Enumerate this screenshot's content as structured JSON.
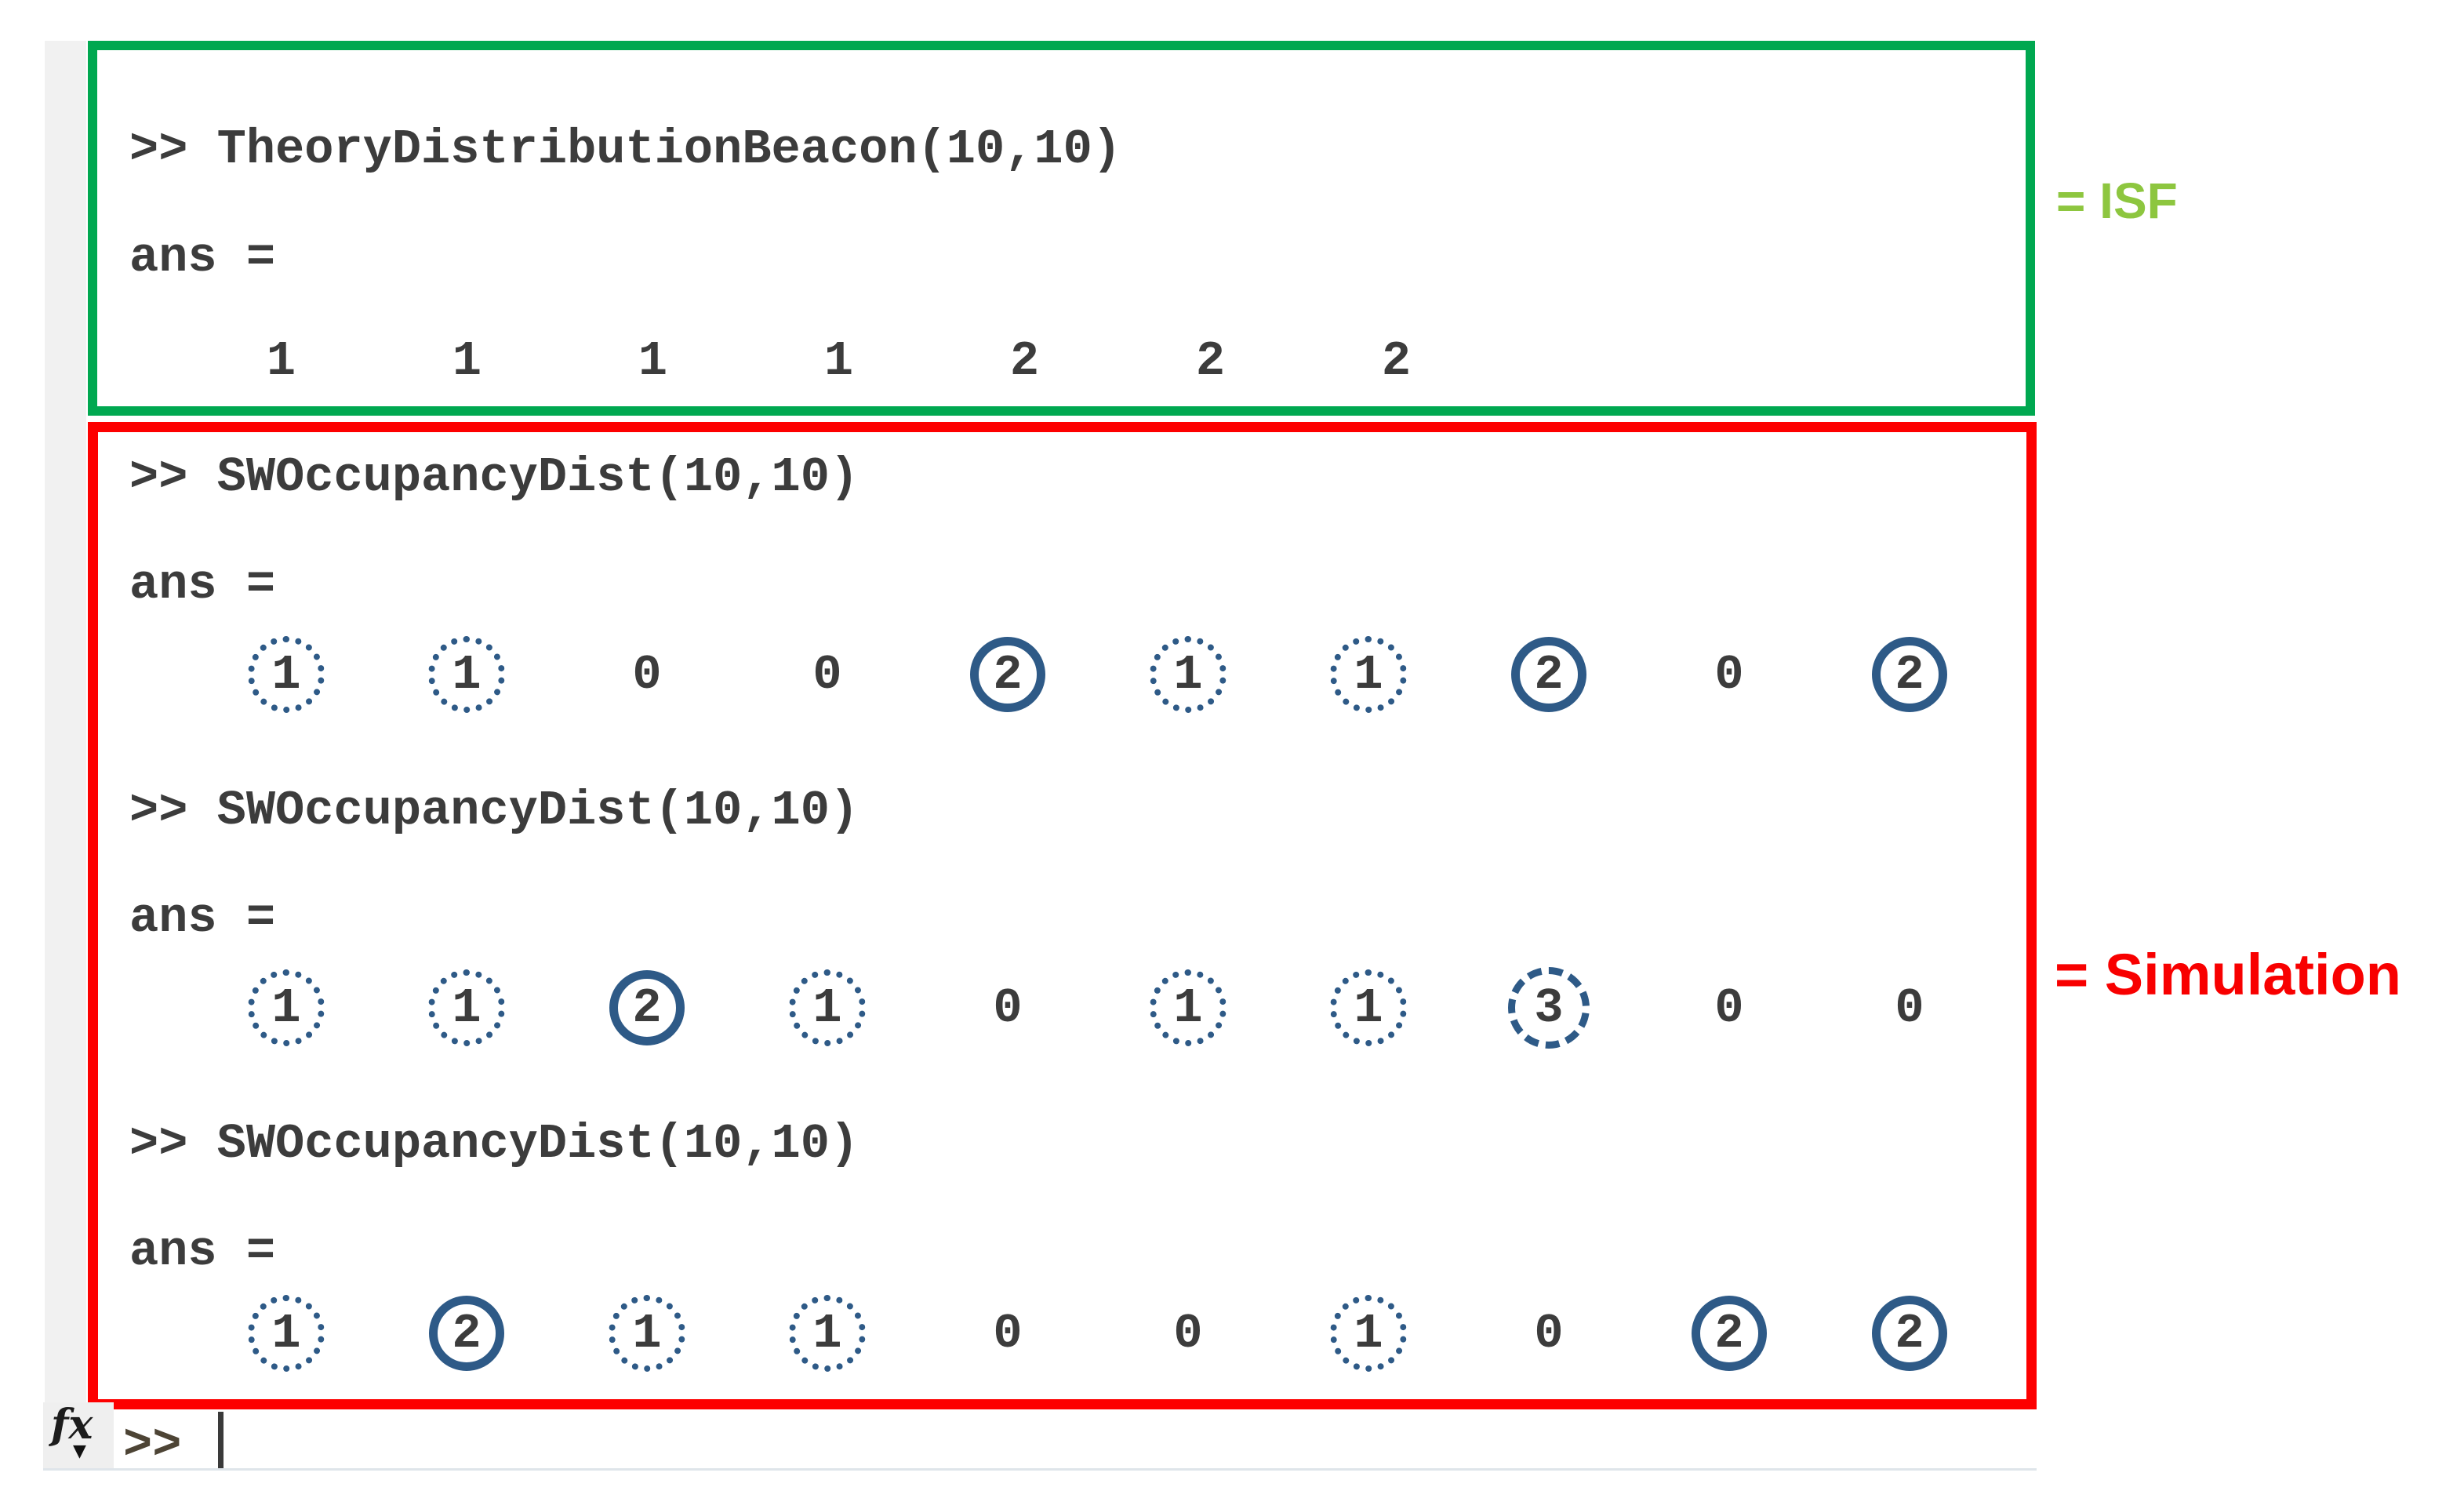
{
  "colors": {
    "isf_box": "#00A850",
    "sim_box": "#FD0000",
    "isf_label": "#8DC63F",
    "sim_label": "#F80000",
    "circle": "#2E5A87",
    "text": "#3C3C3C"
  },
  "isf": {
    "command": ">> TheoryDistributionBeacon(10,10)",
    "ans_label": "ans =",
    "values": [
      "1",
      "1",
      "1",
      "1",
      "2",
      "2",
      "2"
    ],
    "annotation": "= ISF"
  },
  "sim": {
    "annotation": "= Simulation",
    "runs": [
      {
        "command": ">> SWOccupancyDist(10,10)",
        "ans_label": "ans =",
        "values": [
          {
            "v": "1",
            "mark": "dotted"
          },
          {
            "v": "1",
            "mark": "dotted"
          },
          {
            "v": "0",
            "mark": "none"
          },
          {
            "v": "0",
            "mark": "none"
          },
          {
            "v": "2",
            "mark": "solid"
          },
          {
            "v": "1",
            "mark": "dotted"
          },
          {
            "v": "1",
            "mark": "dotted"
          },
          {
            "v": "2",
            "mark": "solid"
          },
          {
            "v": "0",
            "mark": "none"
          },
          {
            "v": "2",
            "mark": "solid"
          }
        ]
      },
      {
        "command": ">> SWOccupancyDist(10,10)",
        "ans_label": "ans =",
        "values": [
          {
            "v": "1",
            "mark": "dotted"
          },
          {
            "v": "1",
            "mark": "dotted"
          },
          {
            "v": "2",
            "mark": "solid"
          },
          {
            "v": "1",
            "mark": "dotted"
          },
          {
            "v": "0",
            "mark": "none"
          },
          {
            "v": "1",
            "mark": "dotted"
          },
          {
            "v": "1",
            "mark": "dotted"
          },
          {
            "v": "3",
            "mark": "dashed"
          },
          {
            "v": "0",
            "mark": "none"
          },
          {
            "v": "0",
            "mark": "none"
          }
        ]
      },
      {
        "command": ">> SWOccupancyDist(10,10)",
        "ans_label": "ans =",
        "values": [
          {
            "v": "1",
            "mark": "dotted"
          },
          {
            "v": "2",
            "mark": "solid"
          },
          {
            "v": "1",
            "mark": "dotted"
          },
          {
            "v": "1",
            "mark": "dotted"
          },
          {
            "v": "0",
            "mark": "none"
          },
          {
            "v": "0",
            "mark": "none"
          },
          {
            "v": "1",
            "mark": "dotted"
          },
          {
            "v": "0",
            "mark": "none"
          },
          {
            "v": "2",
            "mark": "solid"
          },
          {
            "v": "2",
            "mark": "solid"
          }
        ]
      }
    ]
  },
  "prompt": {
    "fx_icon": "fx",
    "caret_icon": "▼",
    "chevrons": ">>"
  }
}
